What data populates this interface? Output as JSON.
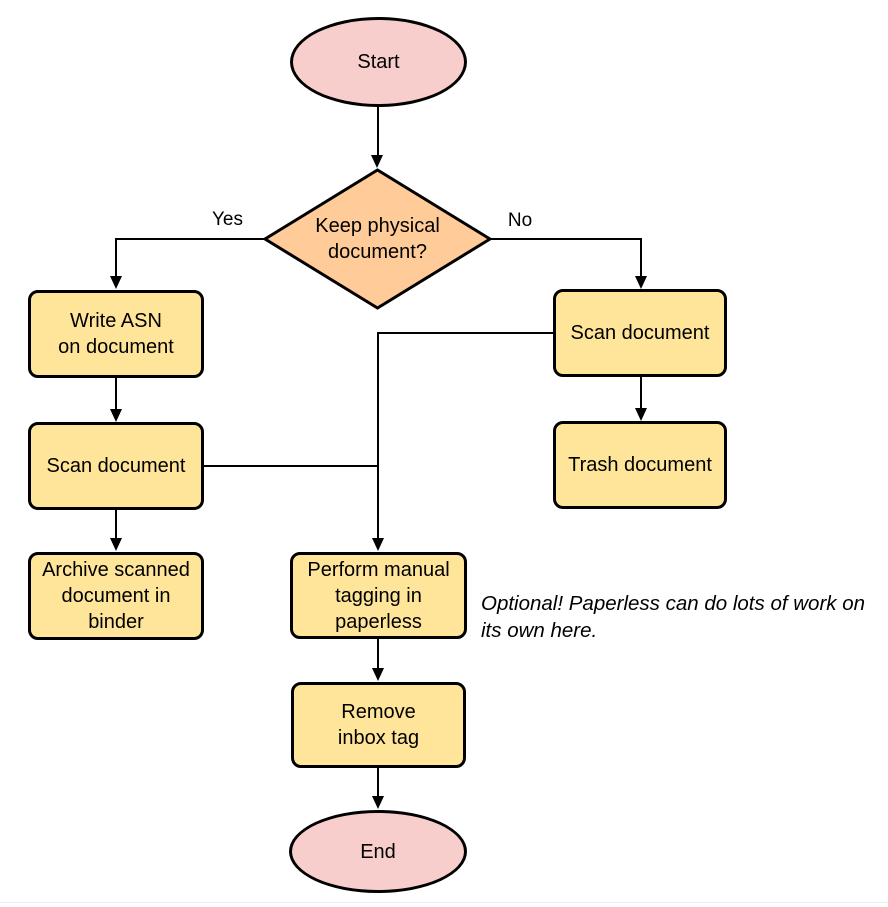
{
  "palette": {
    "terminal_fill": "#f8cecc",
    "decision_fill": "#ffcc99",
    "process_fill": "#ffe599",
    "stroke": "#000000",
    "canvas_bg": "#ffffff"
  },
  "nodes": {
    "start": {
      "type": "terminal",
      "label": "Start"
    },
    "decision": {
      "type": "decision",
      "label": [
        "Keep physical",
        "document?"
      ]
    },
    "write_asn": {
      "type": "process",
      "label": [
        "Write ASN",
        "on document"
      ]
    },
    "scan_left": {
      "type": "process",
      "label": "Scan document"
    },
    "archive": {
      "type": "process",
      "label": [
        "Archive scanned",
        "document in",
        "binder"
      ]
    },
    "scan_right": {
      "type": "process",
      "label": "Scan document"
    },
    "trash": {
      "type": "process",
      "label": "Trash document"
    },
    "tagging": {
      "type": "process",
      "label": [
        "Perform manual",
        "tagging in",
        "paperless"
      ]
    },
    "remove_inbox": {
      "type": "process",
      "label": [
        "Remove",
        "inbox tag"
      ]
    },
    "end": {
      "type": "terminal",
      "label": "End"
    }
  },
  "edge_labels": {
    "yes": "Yes",
    "no": "No"
  },
  "annotation": {
    "text": [
      "Optional! Paperless can do lots of work on",
      "its own here."
    ]
  }
}
